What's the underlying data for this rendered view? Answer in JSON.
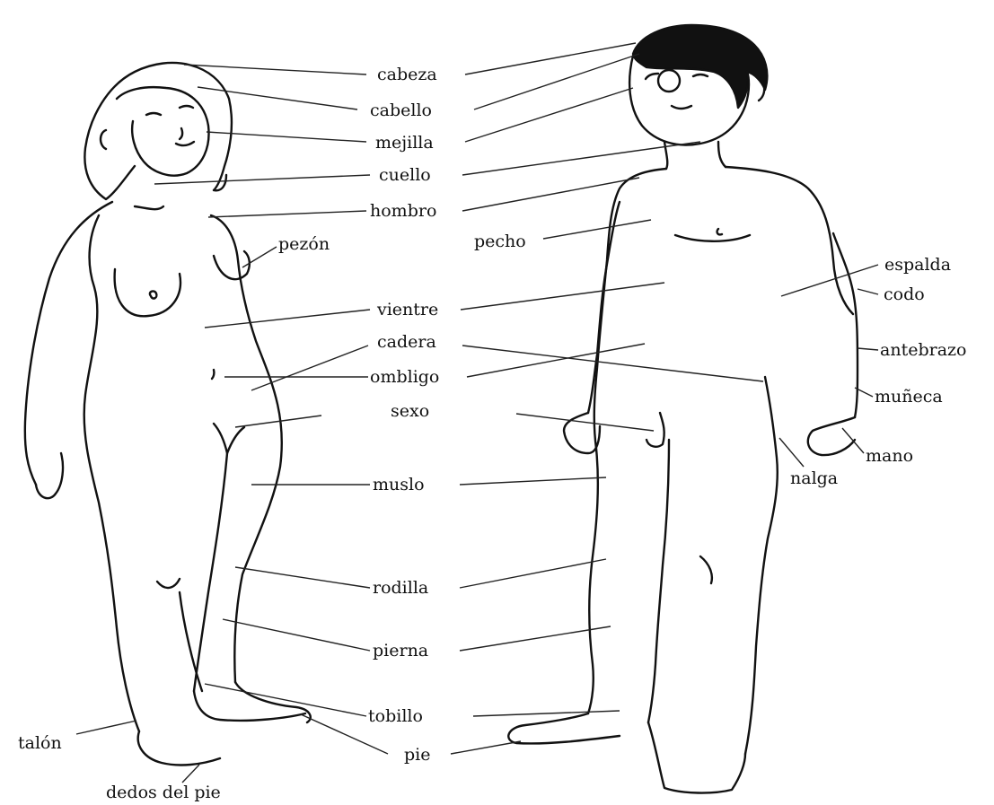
{
  "labels": {
    "cabeza": "cabeza",
    "cabello": "cabello",
    "mejilla": "mejilla",
    "cuello": "cuello",
    "hombro": "hombro",
    "pezon": "pezón",
    "pecho": "pecho",
    "espalda": "espalda",
    "codo": "codo",
    "vientre": "vientre",
    "cadera": "cadera",
    "antebrazo": "antebrazo",
    "ombligo": "ombligo",
    "muneca": "muñeca",
    "sexo": "sexo",
    "mano": "mano",
    "nalga": "nalga",
    "muslo": "muslo",
    "rodilla": "rodilla",
    "pierna": "pierna",
    "tobillo": "tobillo",
    "talon": "talón",
    "pie": "pie",
    "dedos_del_pie": "dedos del pie"
  }
}
